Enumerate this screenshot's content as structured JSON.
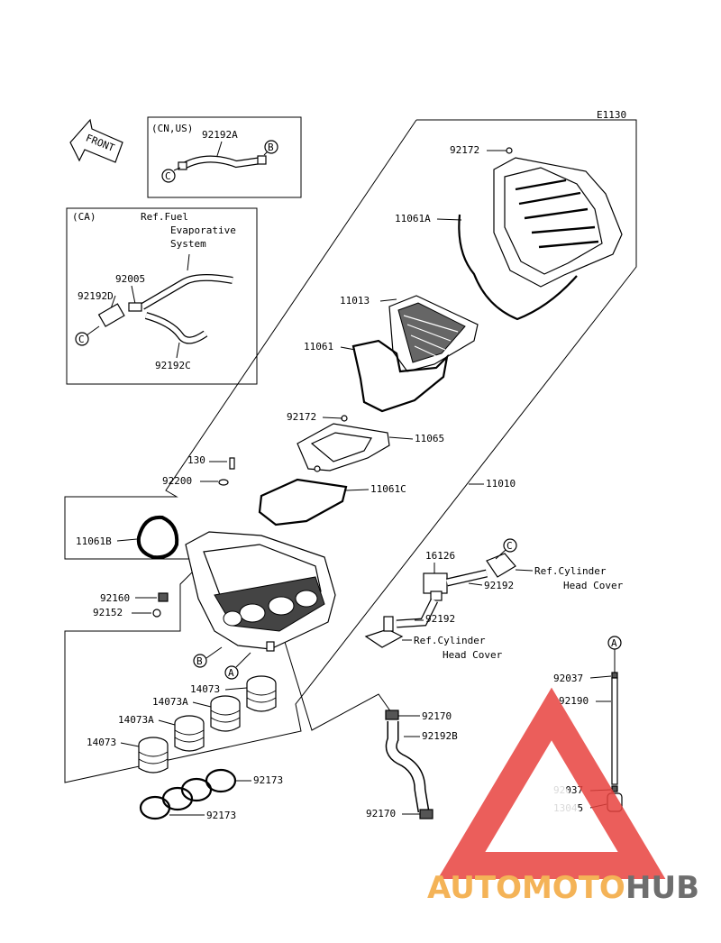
{
  "diagram_code": "E1130",
  "front_arrow_text": "FRONT",
  "inset_cn_us": {
    "title": "(CN,US)",
    "part": "92192A",
    "end_b": "B",
    "end_c": "C"
  },
  "inset_ca": {
    "title": "(CA)",
    "ref_line1": "Ref.Fuel",
    "ref_line2": "Evaporative",
    "ref_line3": "System",
    "parts": [
      "92005",
      "92192D",
      "92192C"
    ],
    "end_c": "C"
  },
  "labels": {
    "p92172_top": "92172",
    "p11061A": "11061A",
    "p11013": "11013",
    "p11061": "11061",
    "p92172_mid": "92172",
    "p11065": "11065",
    "p130": "130",
    "p92200": "92200",
    "p11061C": "11061C",
    "p11010": "11010",
    "p11061B": "11061B",
    "p16126": "16126",
    "p92192_a": "92192",
    "p92192_b": "92192",
    "p92160": "92160",
    "p92152": "92152",
    "p14073_a": "14073",
    "p14073A_a": "14073A",
    "p14073A_b": "14073A",
    "p14073_b": "14073",
    "p92173_a": "92173",
    "p92173_b": "92173",
    "p92170_a": "92170",
    "p92192B": "92192B",
    "p92170_b": "92170",
    "p92037_a": "92037",
    "p92190": "92190",
    "p92037_b": "92037",
    "p13045": "13045"
  },
  "refs": {
    "cyl_head_1_line1": "Ref.Cylinder",
    "cyl_head_1_line2": "Head Cover",
    "cyl_head_2_line1": "Ref.Cylinder",
    "cyl_head_2_line2": "Head Cover"
  },
  "markers": {
    "c_right": "C",
    "a_right": "A",
    "b_box": "B",
    "a_box": "A"
  },
  "watermark": {
    "part1": "AUTOMOTO",
    "part2": "HUB"
  },
  "colors": {
    "watermark_red": "#e8433f",
    "watermark_orange": "#f3a63a",
    "watermark_gray": "#555555"
  }
}
